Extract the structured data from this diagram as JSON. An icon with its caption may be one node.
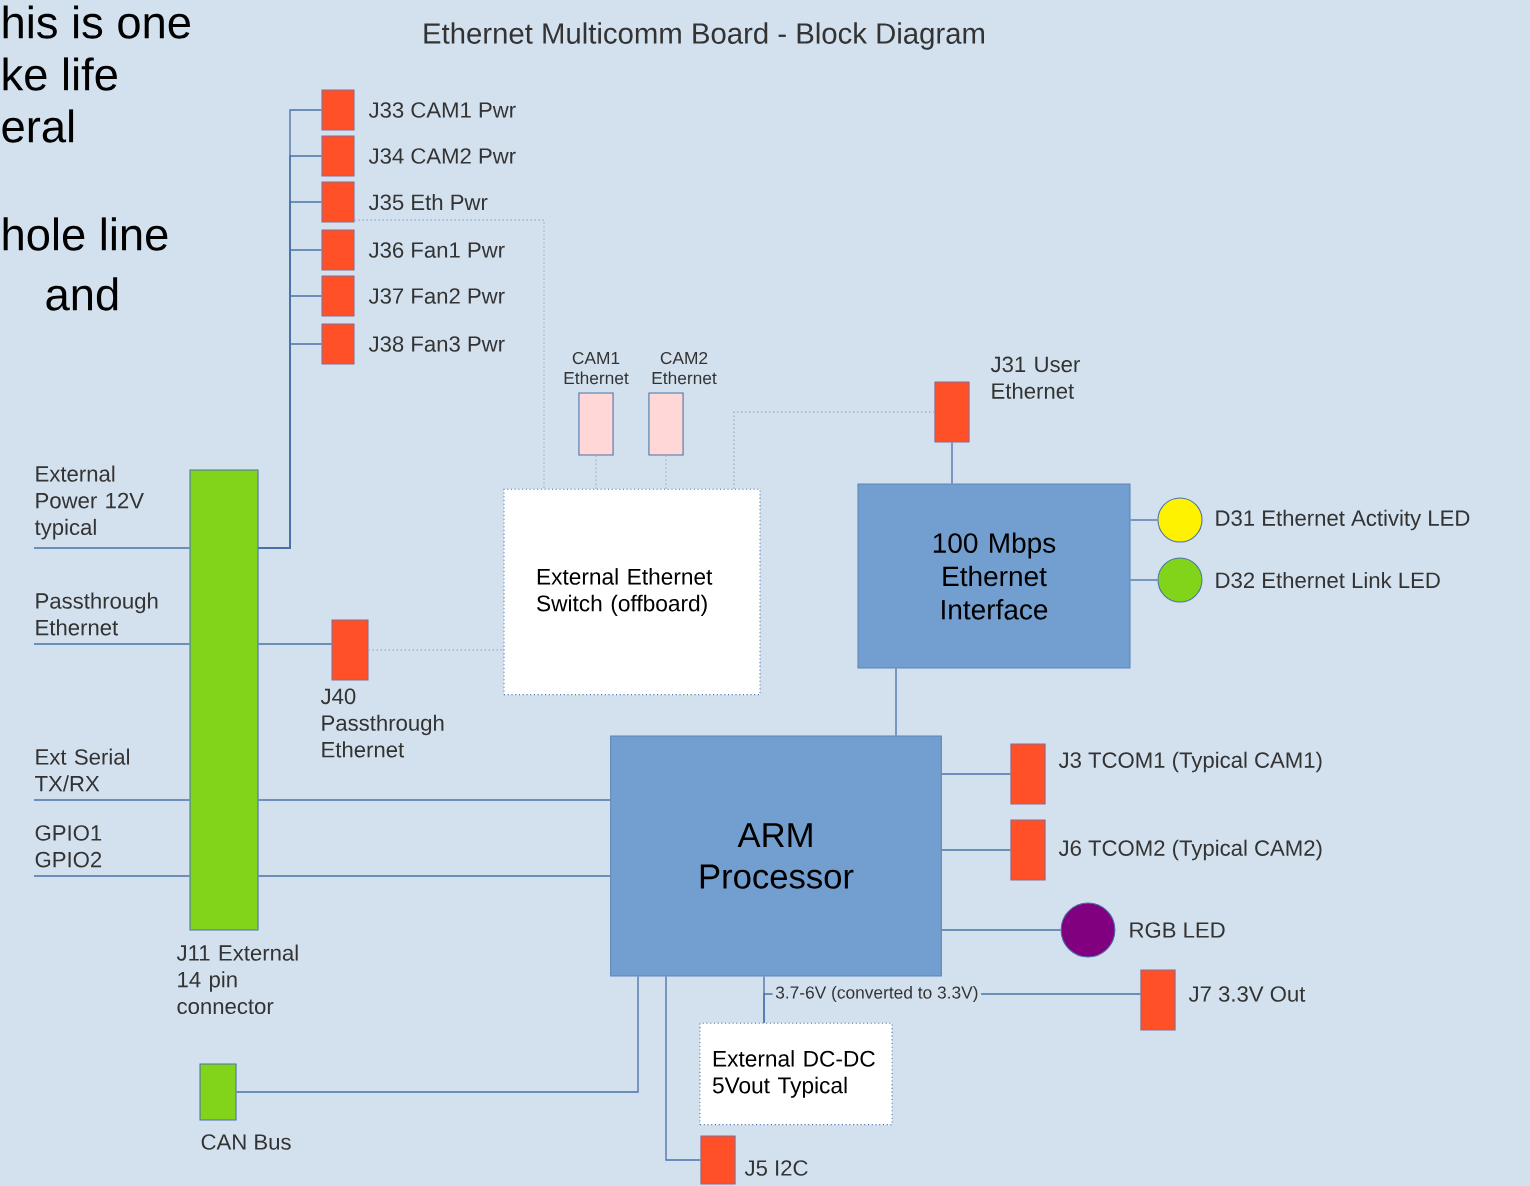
{
  "diagram": {
    "title": "Ethernet Multicomm Board - Block Diagram",
    "nodes": [
      {
        "text": [],
        "shape": "box",
        "beside": [
          "J33 CAM1 Pwr"
        ]
      },
      {
        "text": [],
        "shape": "box",
        "beside": [
          "J34 CAM2 Pwr"
        ]
      },
      {
        "text": [],
        "shape": "box",
        "beside": [
          "J35 Eth Pwr"
        ]
      },
      {
        "text": [],
        "shape": "box",
        "beside": [
          "J36 Fan1 Pwr"
        ]
      },
      {
        "text": [],
        "shape": "box",
        "beside": [
          "J37 Fan2 Pwr"
        ]
      },
      {
        "text": [],
        "shape": "box",
        "beside": [
          "J38 Fan3 Pwr"
        ]
      },
      {
        "text": [],
        "shape": "box",
        "beside": [
          "CAM1 Ethernet"
        ]
      },
      {
        "text": [],
        "shape": "box",
        "beside": [
          "CAM2 Ethernet"
        ]
      },
      {
        "text": [],
        "shape": "box",
        "beside": [
          "J31 User Ethernet"
        ]
      },
      {
        "text": [],
        "shape": "bar",
        "beside": [
          "J11 External 14 pin connector"
        ]
      },
      {
        "text": [
          "External Ethernet Switch (offboard)"
        ]
      },
      {
        "text": [
          "100 Mbps Ethernet Interface"
        ]
      },
      {
        "text": [],
        "shape": "circle",
        "beside": [
          "D31 Ethernet Activity LED"
        ]
      },
      {
        "text": [],
        "shape": "circle",
        "beside": [
          "D32 Ethernet Link LED"
        ]
      },
      {
        "text": [],
        "shape": "box",
        "beside": [
          "J40 Passthrough Ethernet"
        ]
      },
      {
        "text": [
          "ARM Processor"
        ]
      },
      {
        "text": [],
        "shape": "box",
        "beside": [
          "J3 TCOM1 (Typical CAM1)"
        ]
      },
      {
        "text": [],
        "shape": "box",
        "beside": [
          "J6 TCOM2 (Typical CAM2)"
        ]
      },
      {
        "text": [],
        "shape": "circle",
        "beside": [
          "RGB LED"
        ]
      },
      {
        "text": [],
        "shape": "box",
        "beside": [
          "J7 3.3V Out"
        ]
      },
      {
        "text": [
          "External DC-DC 5Vout Typical"
        ]
      },
      {
        "text": [],
        "shape": "box",
        "beside": [
          "CAN Bus"
        ]
      },
      {
        "text": [],
        "shape": "box",
        "beside": [
          "J5 I2C"
        ]
      }
    ],
    "edges": [
      {
        "from": null,
        "to": 9,
        "arrow": "none",
        "label": "External Power 12V typical"
      },
      {
        "from": null,
        "to": 9,
        "arrow": "none",
        "label": "Passthrough Ethernet"
      },
      {
        "from": null,
        "to": 9,
        "arrow": "none",
        "label": "Ext Serial TX/RX"
      },
      {
        "from": null,
        "to": 9,
        "arrow": "none",
        "label": "GPIO1 GPIO2"
      },
      {
        "from": 9,
        "to": 0,
        "arrow": "none"
      },
      {
        "from": 9,
        "to": 1,
        "arrow": "none"
      },
      {
        "from": 9,
        "to": 2,
        "arrow": "none"
      },
      {
        "from": 9,
        "to": 3,
        "arrow": "none"
      },
      {
        "from": 9,
        "to": 4,
        "arrow": "none"
      },
      {
        "from": 9,
        "to": 5,
        "arrow": "none"
      },
      {
        "from": 9,
        "to": 14,
        "arrow": "none"
      },
      {
        "from": 9,
        "to": 15,
        "arrow": "none"
      },
      {
        "from": 9,
        "to": 15,
        "arrow": "none"
      },
      {
        "from": 8,
        "to": 11,
        "arrow": "none"
      },
      {
        "from": 11,
        "to": 12,
        "arrow": "none"
      },
      {
        "from": 11,
        "to": 13,
        "arrow": "none"
      },
      {
        "from": 15,
        "to": 11,
        "arrow": "none"
      },
      {
        "from": 15,
        "to": 16,
        "arrow": "none"
      },
      {
        "from": 15,
        "to": 17,
        "arrow": "none"
      },
      {
        "from": 15,
        "to": 18,
        "arrow": "none"
      },
      {
        "from": 20,
        "to": 15,
        "arrow": "none"
      },
      {
        "from": 20,
        "to": 19,
        "arrow": "none",
        "label": "3.7-6V (converted to 3.3V)"
      },
      {
        "from": 15,
        "to": 21,
        "arrow": "none"
      },
      {
        "from": 15,
        "to": 22,
        "arrow": "none"
      },
      {
        "from": 2,
        "to": 10,
        "arrow": "none",
        "style": "dashed"
      },
      {
        "from": 6,
        "to": 10,
        "arrow": "none",
        "style": "dashed"
      },
      {
        "from": 7,
        "to": 10,
        "arrow": "none",
        "style": "dashed"
      },
      {
        "from": 8,
        "to": 10,
        "arrow": "none",
        "style": "dashed"
      },
      {
        "from": 14,
        "to": 10,
        "arrow": "none",
        "style": "dashed"
      }
    ],
    "labels": [
      "his is one",
      "ke life",
      "eral",
      "hole line",
      "and"
    ]
  }
}
